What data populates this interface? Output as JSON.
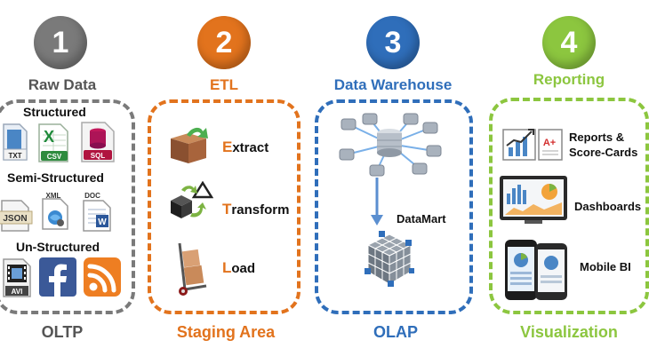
{
  "stages": [
    {
      "number": "1",
      "title": "Raw Data",
      "footer": "OLTP",
      "color": "#7a7a7a",
      "title_color": "#555555"
    },
    {
      "number": "2",
      "title": "ETL",
      "footer": "Staging Area",
      "color": "#e2731d",
      "title_color": "#e2731d"
    },
    {
      "number": "3",
      "title": "Data Warehouse",
      "footer": "OLAP",
      "color": "#2f6eba",
      "title_color": "#2f6eba"
    },
    {
      "number": "4",
      "title": "Reporting",
      "footer": "Visualization",
      "color": "#8cc63f",
      "title_color": "#8cc63f"
    }
  ],
  "raw_data": {
    "structured": "Structured",
    "semi_structured": "Semi-Structured",
    "un_structured": "Un-Structured",
    "file_types": {
      "txt": "TXT",
      "csv": "CSV",
      "sql": "SQL",
      "json": "JSON",
      "xml": "XML",
      "doc": "DOC",
      "avi": "AVI"
    }
  },
  "etl": {
    "extract": {
      "first": "E",
      "rest": "xtract"
    },
    "transform": {
      "first": "T",
      "rest": "ransform"
    },
    "load": {
      "first": "L",
      "rest": "oad"
    }
  },
  "warehouse": {
    "datamart": "DataMart"
  },
  "reporting": {
    "reports_line1": "Reports &",
    "reports_line2": "Score-Cards",
    "dashboards": "Dashboards",
    "mobile": "Mobile BI"
  },
  "colors": {
    "gray": "#7a7a7a",
    "orange": "#e2731d",
    "blue": "#2f6eba",
    "green": "#8cc63f"
  }
}
